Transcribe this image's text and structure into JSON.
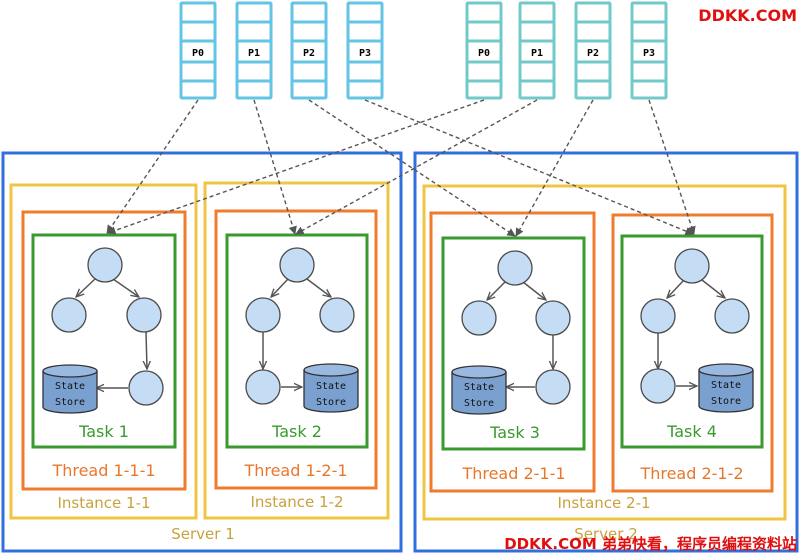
{
  "watermark_top": "DDKK.COM",
  "watermark_bottom": "DDKK.COM 弟弟快看，程序员编程资料站",
  "topics": [
    {
      "partitions": [
        "P0",
        "P1",
        "P2",
        "P3"
      ],
      "color": "#63c4e6"
    },
    {
      "partitions": [
        "P0",
        "P1",
        "P2",
        "P3"
      ],
      "color": "#72c9c9"
    }
  ],
  "servers": [
    {
      "label": "Server 1"
    },
    {
      "label": "Server 2"
    }
  ],
  "instances": [
    {
      "label": "Instance 1-1"
    },
    {
      "label": "Instance 1-2"
    },
    {
      "label": "Instance 2-1"
    }
  ],
  "threads": [
    {
      "label": "Thread 1-1-1"
    },
    {
      "label": "Thread 1-2-1"
    },
    {
      "label": "Thread 2-1-1"
    },
    {
      "label": "Thread 2-1-2"
    }
  ],
  "tasks": [
    {
      "label": "Task 1"
    },
    {
      "label": "Task 2"
    },
    {
      "label": "Task 3"
    },
    {
      "label": "Task 4"
    }
  ],
  "state_store": {
    "line1": "State",
    "line2": "Store"
  },
  "colors": {
    "server": "#2f6fde",
    "instance": "#f2c443",
    "thread": "#ef7b2d",
    "task": "#3a9a2e",
    "node_fill": "#c5dcf5",
    "node_stroke": "#4a4a4a",
    "store_fill": "#7aa0cf",
    "watermark": "#e01010",
    "label_gold": "#c9a23d",
    "label_orange": "#e8772b",
    "label_green": "#3a9a2e"
  }
}
